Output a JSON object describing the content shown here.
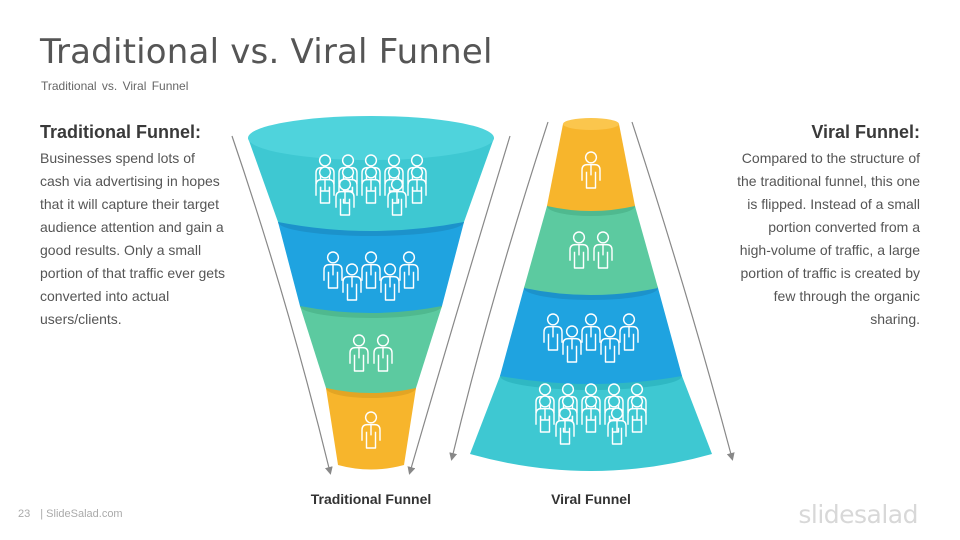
{
  "slide": {
    "title": "Traditional vs. Viral Funnel",
    "subtitle": "Traditional  vs. Viral Funnel",
    "page_number": "23",
    "footer": "| SlideSalad.com",
    "brand": "slidesalad"
  },
  "left_panel": {
    "heading": "Traditional Funnel:",
    "body": "Businesses spend lots of cash via advertising in hopes that it will capture their target audience attention and gain a good results. Only a small portion of that traffic ever gets converted into actual users/clients."
  },
  "right_panel": {
    "heading": "Viral Funnel:",
    "body": "Compared to the structure of the traditional funnel, this one is flipped. Instead of a small portion converted from a high-volume of traffic, a large portion of traffic is created by few through the organic sharing."
  },
  "funnels": {
    "traditional": {
      "caption": "Traditional Funnel",
      "stages": [
        {
          "people": 12,
          "color": "#3ec8d2"
        },
        {
          "people": 5,
          "color": "#1fa3e0"
        },
        {
          "people": 2,
          "color": "#5ccaa0"
        },
        {
          "people": 1,
          "color": "#f7b52c"
        }
      ]
    },
    "viral": {
      "caption": "Viral Funnel",
      "stages": [
        {
          "people": 1,
          "color": "#f7b52c"
        },
        {
          "people": 2,
          "color": "#5ccaa0"
        },
        {
          "people": 5,
          "color": "#1fa3e0"
        },
        {
          "people": 12,
          "color": "#3ec8d2"
        }
      ]
    }
  },
  "colors": {
    "arrow": "#888888",
    "icon_stroke": "#ffffff"
  }
}
